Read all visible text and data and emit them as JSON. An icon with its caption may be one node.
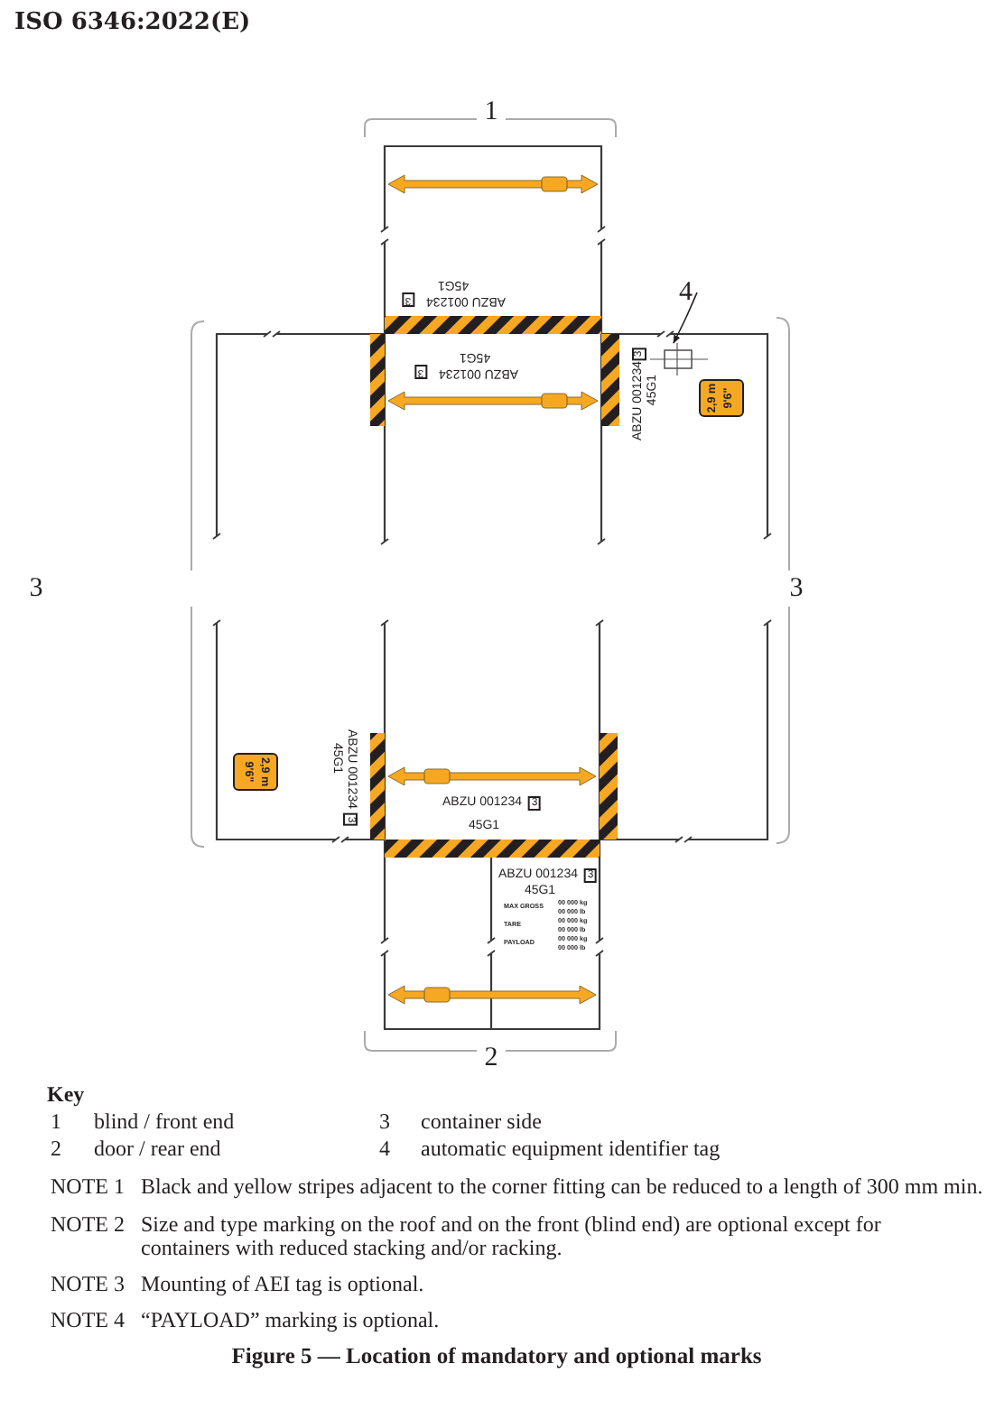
{
  "diagram": {
    "caption": "Figure 5 — Location of mandatory and optional marks",
    "nodes": [
      {
        "text": [
          "4"
        ]
      },
      {
        "text": [],
        "shape": "box"
      },
      {
        "text": [
          "2,9 m",
          "9'6\""
        ]
      },
      {
        "text": [
          "2,9 m",
          "9'6\""
        ]
      }
    ],
    "edges": [
      {
        "from": 0,
        "to": 1,
        "arrow": "to"
      }
    ],
    "labels": [
      "ISO 6346:2022(E)",
      "1",
      "45G1",
      "3",
      "ABZU 001234",
      "45G1",
      "3",
      "ABZU 001234",
      "ABZU 001234",
      "3",
      "45G1",
      "3",
      "3",
      "ABZU 001234",
      "3",
      "45G1",
      "ABZU 001234",
      "3",
      "45G1",
      "ABZU 001234",
      "3",
      "45G1",
      "MAX GROSS",
      "00 000 kg",
      "00 000 lb",
      "TARE",
      "00 000 kg",
      "00 000 lb",
      "PAYLOAD",
      "00 000 kg",
      "00 000 lb",
      "2",
      "Key",
      "1",
      "blind / front end",
      "3",
      "container side",
      "2",
      "door / rear end",
      "4",
      "automatic equipment identifier tag",
      "NOTE 1",
      "Black and yellow stripes adjacent to the corner fitting can be reduced to a length of 300 mm min.",
      "NOTE 2",
      "Size and type marking on the roof and on the front (blind end) are optional except for containers with reduced stacking and/or racking.",
      "NOTE 3",
      "Mounting of AEI tag is optional.",
      "NOTE 4",
      "“PAYLOAD” marking is optional."
    ]
  }
}
